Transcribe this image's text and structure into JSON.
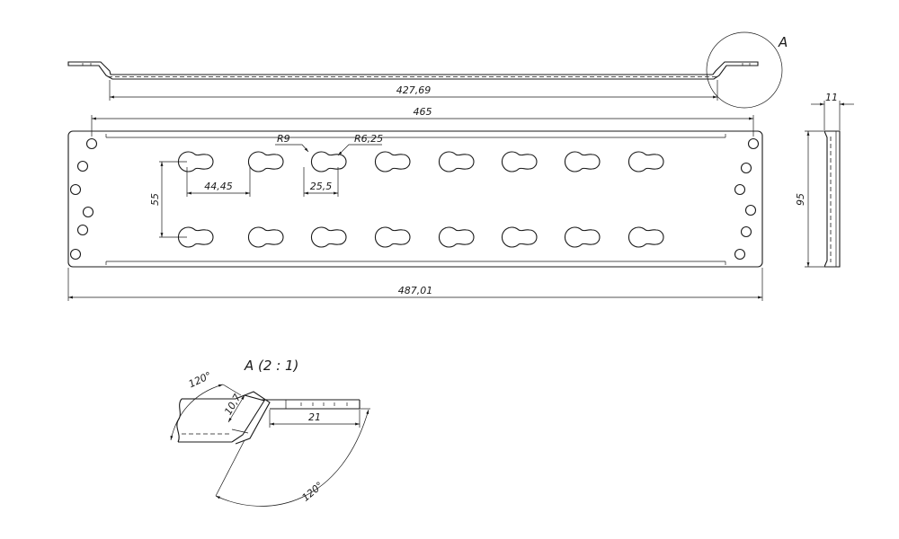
{
  "drawing": {
    "detail_callout": "A",
    "detail_title": "A (2 : 1)",
    "dimensions": {
      "inner_length": "427,69",
      "hole_span": "465",
      "overall_length": "487,01",
      "height": "95",
      "thickness": "11",
      "hole_row_spacing": "55",
      "hole_pitch": "44,45",
      "keyhole_width": "25,5",
      "radius_large": "R9",
      "radius_small": "R6,25",
      "detail_angle_top": "120°",
      "detail_angle_bottom": "120°",
      "detail_length": "21",
      "detail_offset": "10,7"
    }
  }
}
